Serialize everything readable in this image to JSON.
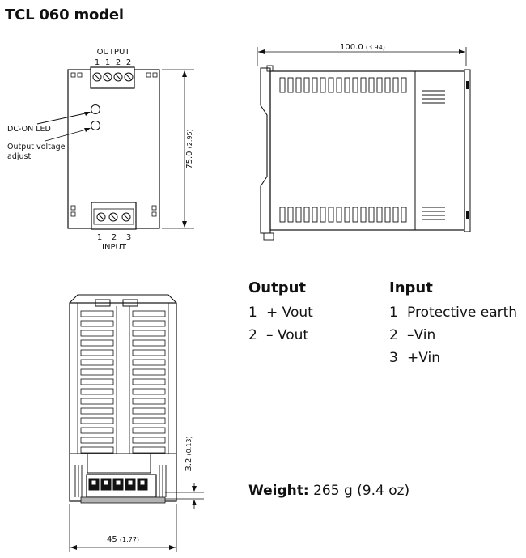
{
  "title": "TCL 060 model",
  "front_view": {
    "output_label": "OUTPUT",
    "output_pins": [
      "1",
      "1",
      "2",
      "2"
    ],
    "input_label": "INPUT",
    "input_pins": [
      "1",
      "2",
      "3"
    ],
    "led_label": "DC-ON LED",
    "adjust_label_line1": "Output voltage",
    "adjust_label_line2": "adjust",
    "height_dim": "75.0",
    "height_dim_in": "(2.95)"
  },
  "side_view": {
    "depth_dim": "100.0",
    "depth_dim_in": "(3.94)"
  },
  "bottom_view": {
    "width_dim": "45",
    "width_dim_in": "(1.77)",
    "offset_dim": "3.2",
    "offset_dim_in": "(0.13)"
  },
  "output_table": {
    "heading": "Output",
    "rows": [
      {
        "num": "1",
        "label": "+ Vout"
      },
      {
        "num": "2",
        "label": "– Vout"
      }
    ]
  },
  "input_table": {
    "heading": "Input",
    "rows": [
      {
        "num": "1",
        "label": "Protective earth"
      },
      {
        "num": "2",
        "label": "–Vin"
      },
      {
        "num": "3",
        "label": "+Vin"
      }
    ]
  },
  "weight": {
    "label": "Weight:",
    "value": "265 g (9.4 oz)"
  }
}
